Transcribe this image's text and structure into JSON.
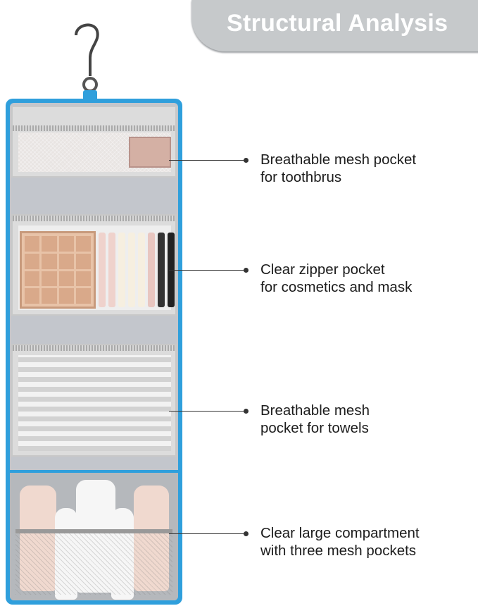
{
  "banner": {
    "title": "Structural Analysis"
  },
  "colors": {
    "bag_trim": "#2f9fdc",
    "banner_bg": "#c6c9cb"
  },
  "callouts": [
    {
      "line1": "Breathable mesh pocket",
      "line2": "for toothbrus"
    },
    {
      "line1": "Clear zipper pocket",
      "line2": "for cosmetics and mask"
    },
    {
      "line1": "Breathable mesh",
      "line2": "pocket for towels"
    },
    {
      "line1": "Clear large compartment",
      "line2": "with three mesh pockets"
    }
  ]
}
